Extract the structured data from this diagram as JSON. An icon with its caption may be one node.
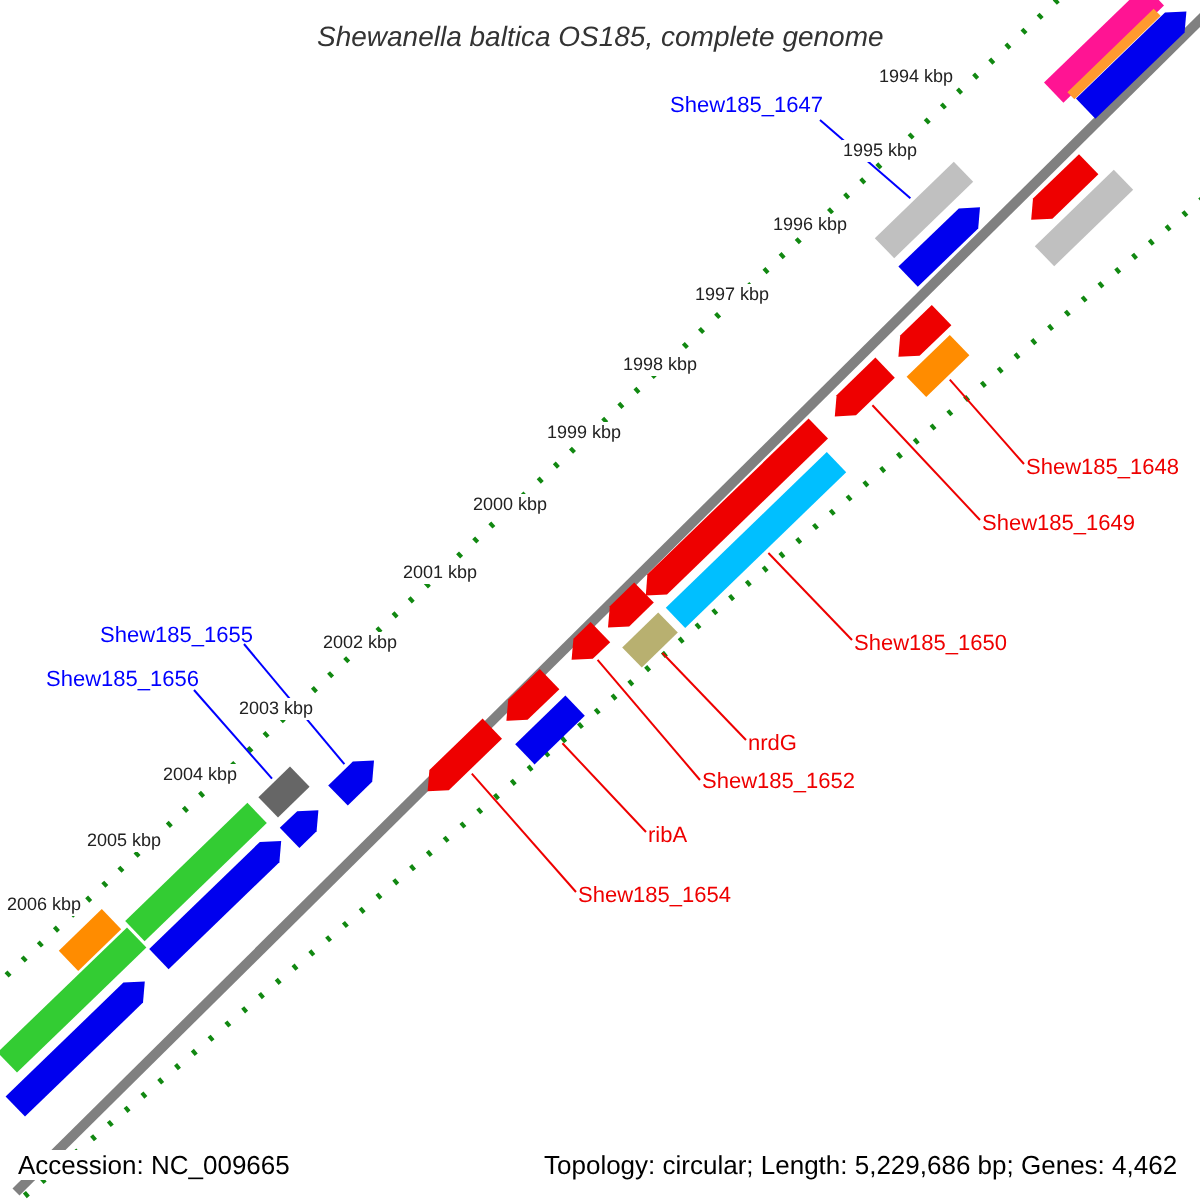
{
  "diagram": {
    "title": "Shewanella baltica OS185, complete genome",
    "nodes": [
      {
        "text": [
          "Shew185_1647"
        ]
      },
      {
        "text": [],
        "shape": "bar"
      },
      {
        "text": [
          "Shew185_1648"
        ]
      },
      {
        "text": [],
        "shape": "bar"
      },
      {
        "text": [
          "Shew185_1649"
        ]
      },
      {
        "text": [],
        "shape": "bar"
      },
      {
        "text": [
          "Shew185_1650"
        ]
      },
      {
        "text": [],
        "shape": "bar"
      },
      {
        "text": [
          "nrdG"
        ]
      },
      {
        "text": [],
        "shape": "bar"
      },
      {
        "text": [
          "Shew185_1652"
        ]
      },
      {
        "text": [],
        "shape": "bar"
      },
      {
        "text": [
          "ribA"
        ]
      },
      {
        "text": [],
        "shape": "bar"
      },
      {
        "text": [
          "Shew185_1654"
        ]
      },
      {
        "text": [],
        "shape": "bar"
      },
      {
        "text": [
          "Shew185_1655"
        ]
      },
      {
        "text": [],
        "shape": "bar"
      },
      {
        "text": [
          "Shew185_1656"
        ]
      },
      {
        "text": [],
        "shape": "bar"
      },
      {
        "text": [],
        "shape": "bar"
      },
      {
        "text": [],
        "shape": "bar"
      },
      {
        "text": [],
        "shape": "bar"
      },
      {
        "text": [],
        "shape": "bar"
      },
      {
        "text": [],
        "shape": "bar"
      },
      {
        "text": [],
        "shape": "bar"
      },
      {
        "text": [],
        "shape": "bar"
      },
      {
        "text": [],
        "shape": "bar"
      },
      {
        "text": [],
        "shape": "bar"
      },
      {
        "text": [],
        "shape": "bar"
      },
      {
        "text": [],
        "shape": "bar"
      },
      {
        "text": [],
        "shape": "bar"
      },
      {
        "text": [],
        "shape": "bar"
      },
      {
        "text": [],
        "shape": "bar"
      },
      {
        "text": [],
        "shape": "bar"
      },
      {
        "text": [],
        "shape": "bar"
      }
    ],
    "edges": [
      {
        "from": 0,
        "to": 1,
        "arrow": "none",
        "color": "#0000ff"
      },
      {
        "from": 2,
        "to": 3,
        "arrow": "none"
      },
      {
        "from": 4,
        "to": 5,
        "arrow": "none"
      },
      {
        "from": 6,
        "to": 7,
        "arrow": "none"
      },
      {
        "from": 8,
        "to": 9,
        "arrow": "none"
      },
      {
        "from": 10,
        "to": 11,
        "arrow": "none"
      },
      {
        "from": 12,
        "to": 13,
        "arrow": "none"
      },
      {
        "from": 14,
        "to": 15,
        "arrow": "none"
      },
      {
        "from": 16,
        "to": 17,
        "arrow": "none",
        "color": "#0000ff"
      },
      {
        "from": 18,
        "to": 19,
        "arrow": "none",
        "color": "#0000ff"
      }
    ],
    "labels": [
      "1994 kbp",
      "1995 kbp",
      "1996 kbp",
      "1997 kbp",
      "1998 kbp",
      "1999 kbp",
      "2000 kbp",
      "2001 kbp",
      "2002 kbp",
      "2003 kbp",
      "2004 kbp",
      "2005 kbp",
      "2006 kbp",
      "Accession: NC_009665",
      "Topology: circular; Length: 5,229,686 bp; Genes: 4,462"
    ]
  }
}
